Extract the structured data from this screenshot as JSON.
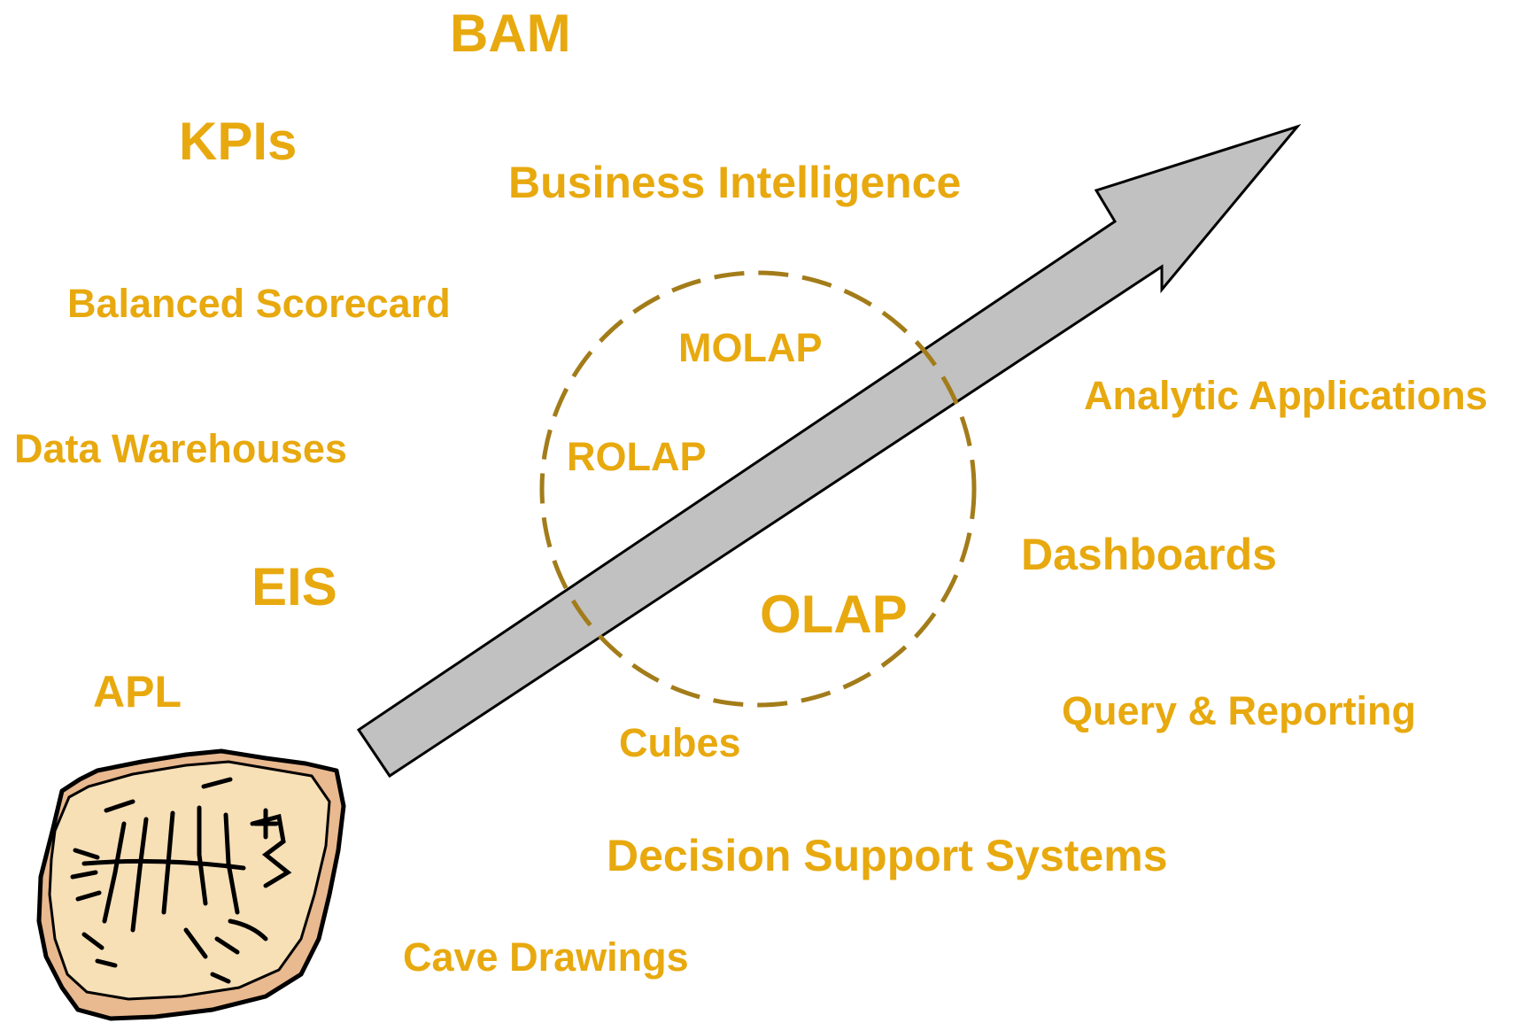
{
  "colors": {
    "term_text": "#E8A90F",
    "arrow_fill": "#C0C1C0",
    "circle_stroke": "#A37C1A",
    "stone_fill": "#F7DFB6",
    "stone_shadow": "#E9B98F"
  },
  "icons": {
    "arrow": "progress-arrow-icon",
    "circle": "olap-dashed-circle",
    "stone": "fossil-stone-icon"
  },
  "terms": {
    "bam": "BAM",
    "kpis": "KPIs",
    "business_intelligence": "Business Intelligence",
    "balanced_scorecard": "Balanced Scorecard",
    "molap": "MOLAP",
    "analytic_applications": "Analytic Applications",
    "data_warehouses": "Data Warehouses",
    "rolap": "ROLAP",
    "dashboards": "Dashboards",
    "eis": "EIS",
    "olap": "OLAP",
    "apl": "APL",
    "query_reporting": "Query & Reporting",
    "cubes": "Cubes",
    "decision_support_systems": "Decision Support Systems",
    "cave_drawings": "Cave Drawings"
  }
}
